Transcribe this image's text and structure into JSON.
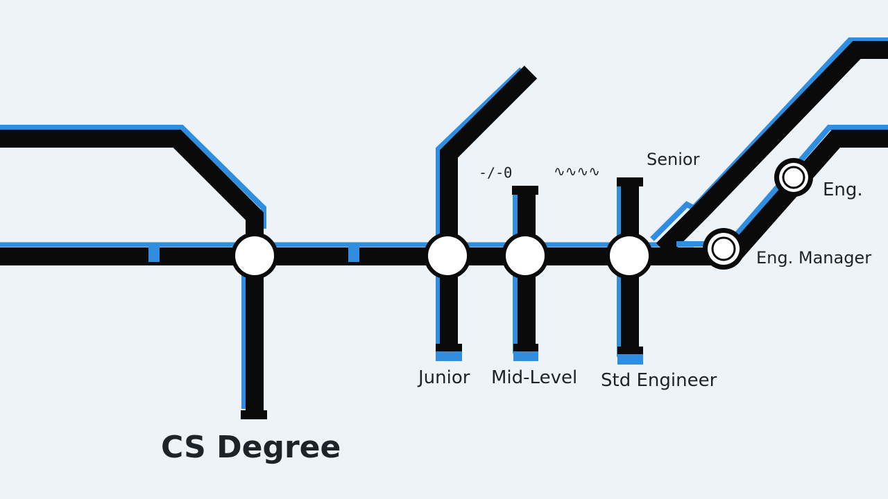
{
  "colors": {
    "background": "#eef3f8",
    "line": "#0a0a0a",
    "accent": "#2f8ee0",
    "station_fill": "#ffffff",
    "text": "#1c2329"
  },
  "labels": {
    "cs_degree": "CS Degree",
    "junior": "Junior",
    "mid_level": "Mid-Level",
    "std_engineer": "Std Engineer",
    "senior": "Senior",
    "eng": "Eng.",
    "eng_manager": "Eng. Manager"
  },
  "glyphs": {
    "left": "-∕-Θ",
    "right": "∿∿∿∿"
  },
  "icons": {
    "interchange": "ring-station-icon",
    "station": "circle-station-icon"
  }
}
